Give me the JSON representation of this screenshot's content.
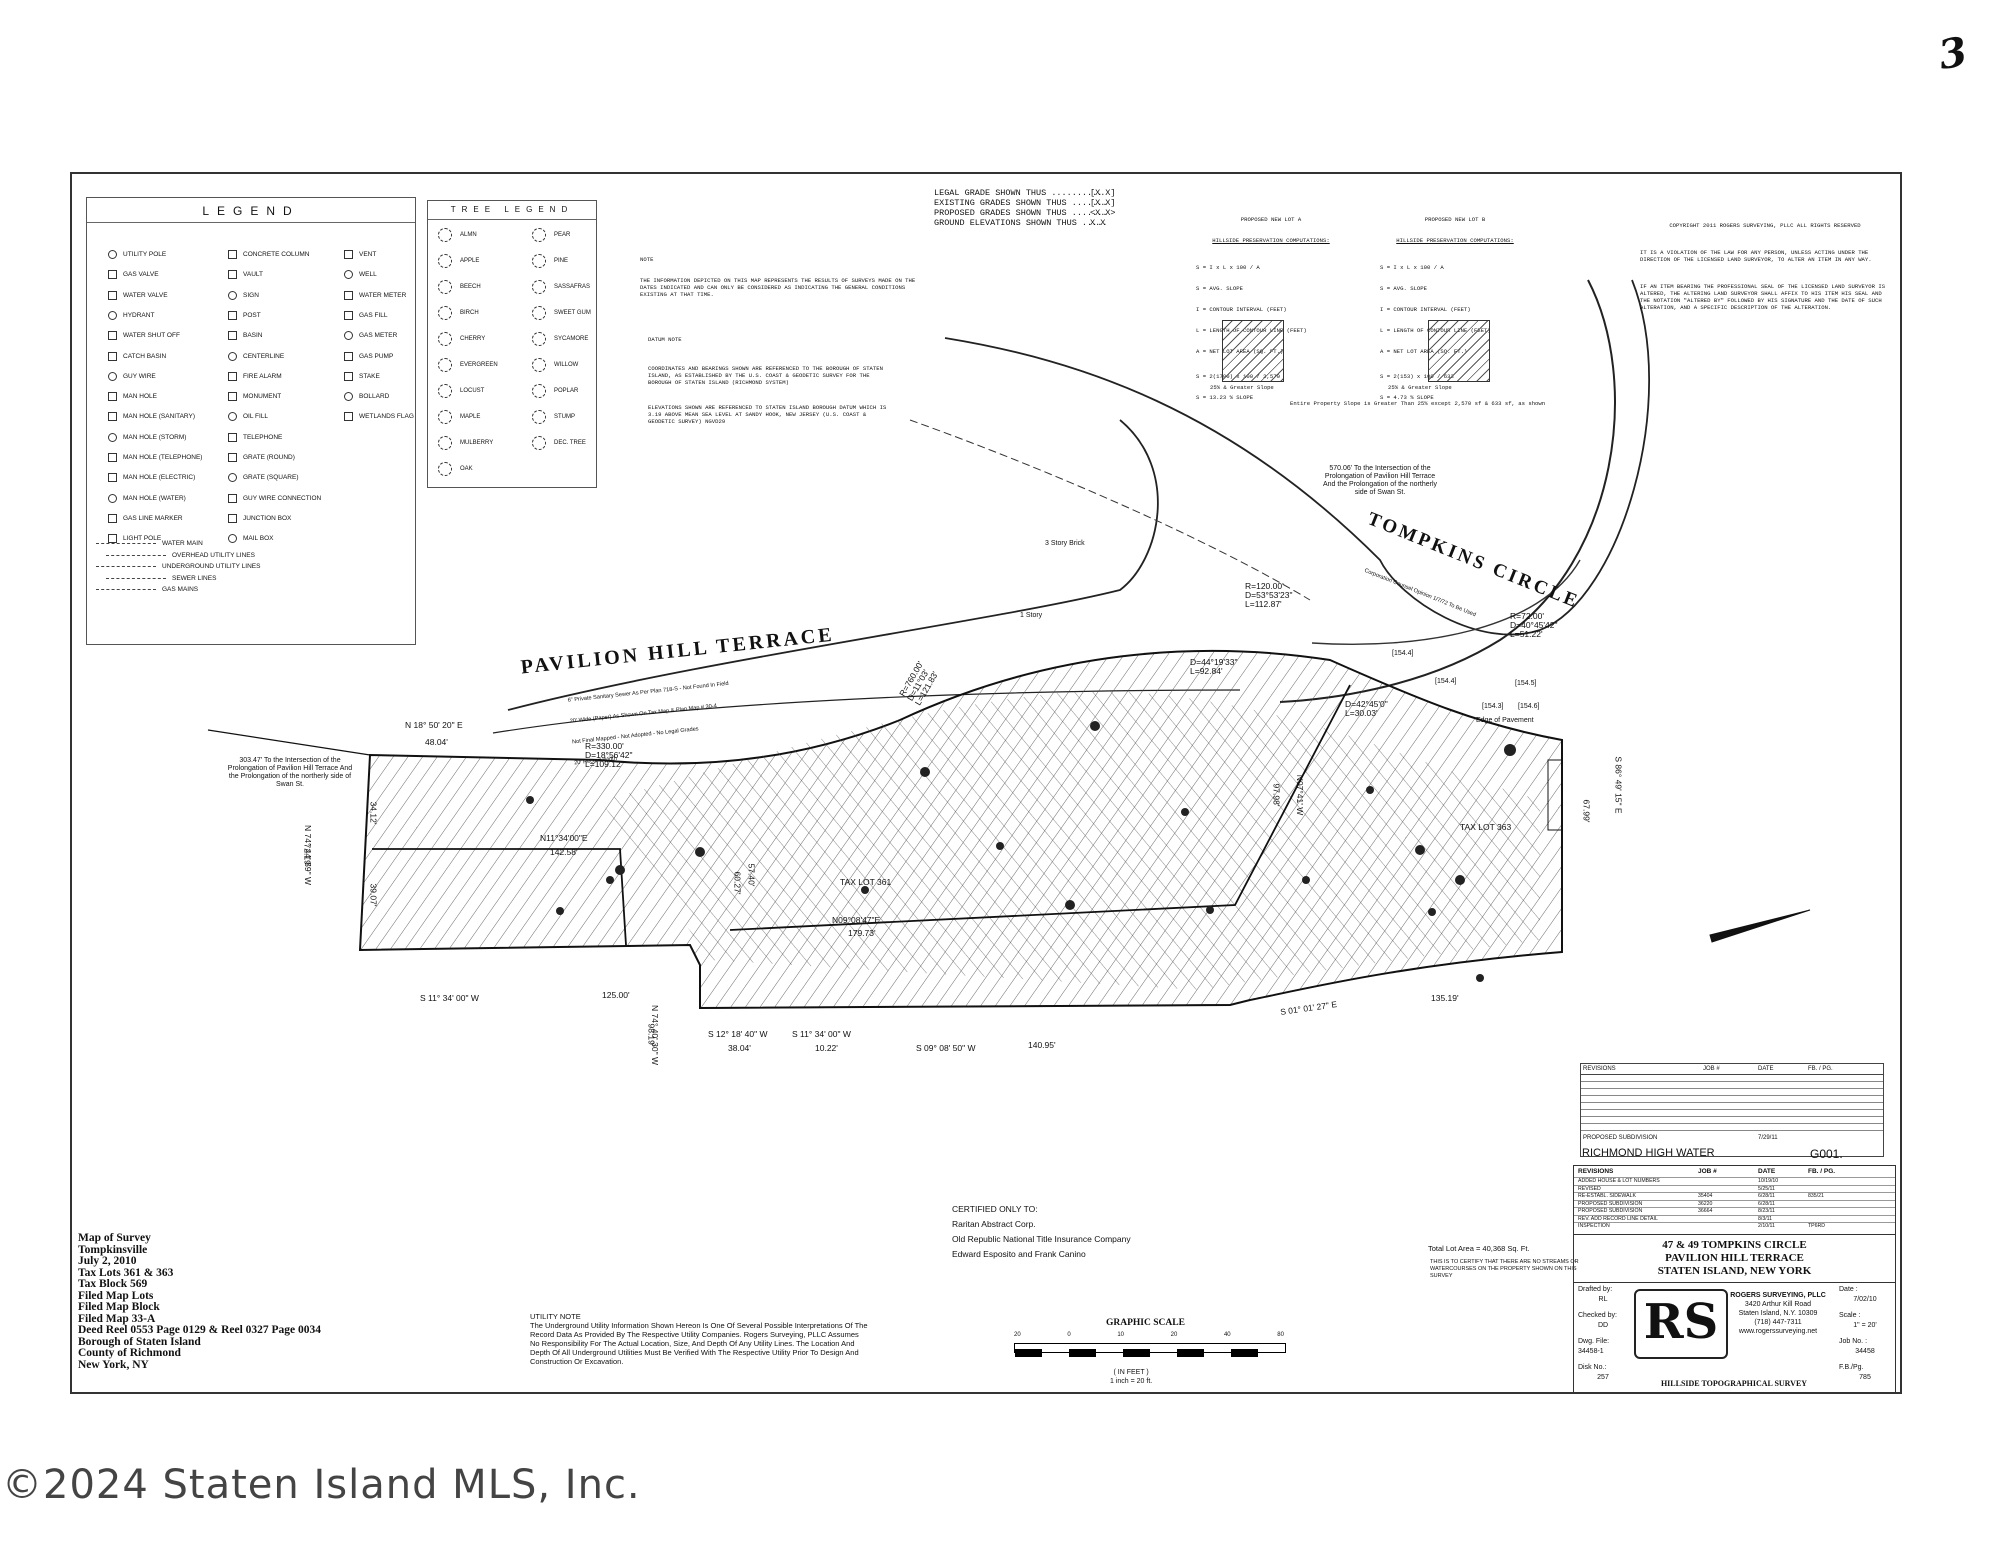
{
  "page_mark": "3",
  "legend": {
    "title": "LEGEND",
    "col1": [
      "UTILITY POLE",
      "GAS VALVE",
      "WATER VALVE",
      "HYDRANT",
      "WATER SHUT OFF",
      "CATCH BASIN",
      "GUY WIRE",
      "MAN HOLE",
      "MAN HOLE (SANITARY)",
      "MAN HOLE (STORM)",
      "MAN HOLE (TELEPHONE)",
      "MAN HOLE (ELECTRIC)",
      "MAN HOLE (WATER)",
      "GAS LINE MARKER",
      "LIGHT POLE"
    ],
    "col2": [
      "CONCRETE COLUMN",
      "VAULT",
      "SIGN",
      "POST",
      "BASIN",
      "CENTERLINE",
      "FIRE ALARM",
      "MONUMENT",
      "OIL FILL",
      "TELEPHONE",
      "GRATE (ROUND)",
      "GRATE (SQUARE)",
      "GUY WIRE CONNECTION",
      "JUNCTION BOX",
      "MAIL BOX"
    ],
    "col3": [
      "VENT",
      "WELL",
      "WATER METER",
      "GAS FILL",
      "GAS METER",
      "GAS PUMP",
      "STAKE",
      "BOLLARD",
      "WETLANDS FLAG"
    ],
    "lines": [
      "WATER MAIN",
      "OVERHEAD UTILITY LINES",
      "UNDERGROUND UTILITY LINES",
      "SEWER LINES",
      "GAS MAINS"
    ]
  },
  "tree_legend": {
    "title": "TREE LEGEND",
    "col1": [
      "ALMN",
      "APPLE",
      "BEECH",
      "BIRCH",
      "CHERRY",
      "EVERGREEN",
      "LOCUST",
      "MAPLE",
      "MULBERRY",
      "OAK"
    ],
    "col2": [
      "PEAR",
      "PINE",
      "SASSAFRAS",
      "SWEET GUM",
      "SYCAMORE",
      "WILLOW",
      "POPLAR",
      "STUMP",
      "DEC. TREE"
    ]
  },
  "notes": {
    "datum_note_title": "DATUM NOTE",
    "datum_note_1": "COORDINATES AND BEARINGS SHOWN ARE REFERENCED TO THE BOROUGH OF STATEN ISLAND, AS ESTABLISHED BY THE U.S. COAST & GEODETIC SURVEY FOR THE BOROUGH OF STATEN ISLAND (RICHMOND SYSTEM)",
    "datum_note_2": "ELEVATIONS SHOWN ARE REFERENCED TO STATEN ISLAND BOROUGH DATUM WHICH IS 3.19 ABOVE MEAN SEA LEVEL AT SANDY HOOK, NEW JERSEY (U.S. COAST & GEODETIC SURVEY) NGVD29",
    "note_title": "NOTE",
    "note_text": "THE INFORMATION DEPICTED ON THIS MAP REPRESENTS THE RESULTS OF SURVEYS MADE ON THE DATES INDICATED AND CAN ONLY BE CONSIDERED AS INDICATING THE GENERAL CONDITIONS EXISTING AT THAT TIME.",
    "grades": [
      "LEGAL GRADE SHOWN THUS ..........",
      "EXISTING GRADES SHOWN THUS .......",
      "PROPOSED GRADES SHOWN THUS .......",
      "GROUND ELEVATIONS SHOWN THUS ....."
    ],
    "grade_symbols": [
      "[X.X]",
      "[X.X]",
      "<X.X>",
      "X.X"
    ],
    "copyright_small": "COPYRIGHT 2011 ROGERS SURVEYING, PLLC ALL RIGHTS RESERVED",
    "law_note_1": "IT IS A VIOLATION OF THE LAW FOR ANY PERSON, UNLESS ACTING UNDER THE DIRECTION OF THE LICENSED LAND SURVEYOR, TO ALTER AN ITEM IN ANY WAY.",
    "law_note_2": "IF AN ITEM BEARING THE PROFESSIONAL SEAL OF THE LICENSED LAND SURVEYOR IS ALTERED, THE ALTERING LAND SURVEYOR SHALL AFFIX TO HIS ITEM HIS SEAL AND THE NOTATION \"ALTERED BY\" FOLLOWED BY HIS SIGNATURE AND THE DATE OF SUCH ALTERATION, AND A SPECIFIC DESCRIPTION OF THE ALTERATION."
  },
  "lot_a": {
    "title": "PROPOSED NEW LOT A",
    "subtitle": "HILLSIDE PRESERVATION COMPUTATIONS:",
    "formula": "S = I x L x 100 / A",
    "defs": [
      "S = AVG. SLOPE",
      "I = CONTOUR INTERVAL (FEET)",
      "L = LENGTH OF CONTOUR LINE (FEET)",
      "A = NET LOT AREA (SQ. FT.)"
    ],
    "calc": "S = 2(1700) x 100 / 2,570",
    "result": "S = 13.23 % SLOPE",
    "hatch_label": "25% & Greater Slope"
  },
  "lot_b": {
    "title": "PROPOSED NEW LOT B",
    "subtitle": "HILLSIDE PRESERVATION COMPUTATIONS:",
    "formula": "S = I x L x 100 / A",
    "defs": [
      "S = AVG. SLOPE",
      "I = CONTOUR INTERVAL (FEET)",
      "L = LENGTH OF CONTOUR LINE (FEET)",
      "A = NET LOT AREA (SQ. FT.)"
    ],
    "calc": "S = 2(153) x 100 / 633",
    "result": "S = 4.73 % SLOPE",
    "hatch_label": "25% & Greater Slope"
  },
  "slope_note": "Entire Property Slope is Greater Than 25% except 2,570 sf & 633 sf, as shown",
  "map": {
    "road_1": "PAVILION HILL TERRACE",
    "road_2": "TOMPKINS CIRCLE",
    "road_1_sub": [
      "6\" Private Sanitary Sewer As Per Plan 718-S - Not Found In Field",
      "20' Wide (Paper) As Shown On Tax Map & Plan Map # 30-4",
      "Not Final Mapped - Not Adopted - No Legal Grades",
      "20' Record Width"
    ],
    "road_2_sub": "Corporation Counsel Opinion 1/7/72 To Be Used",
    "tompkins_note": "570.06' To the Intersection of the Prolongation of Pavilion Hill Terrace And the Prolongation of the northerly side of Swan St.",
    "pavilion_note": "303.47' To the Intersection of the Prolongation of Pavilion Hill Terrace And the Prolongation of the northerly side of Swan St.",
    "curve_1": [
      "R=330.00'",
      "D=18°56'42\"",
      "L=109.12'"
    ],
    "curve_2": [
      "R=760.00'",
      "D=11°03'",
      "L=121.83'"
    ],
    "curve_3": [
      "R=120.00'",
      "D=53°53'23\"",
      "L=112.87'"
    ],
    "curve_4": [
      "R=72.00'",
      "D=40°45'42\"",
      "L=51.22'"
    ],
    "curve_5": [
      "D=44°19'33\"",
      "L=92.84'"
    ],
    "curve_6": [
      "D=42°45'0\"",
      "L=30.03'"
    ],
    "bearings": {
      "b1": "N 18° 50' 20\" E",
      "b1_len": "48.04'",
      "b2": "N11°34'00\"E",
      "b2_len": "142.58'",
      "b3": "N09°08'47\"E",
      "b3_len": "179.73'",
      "b4": "S 11° 34' 00\" W",
      "b4_len": "125.00'",
      "b5": "S 12° 18' 40\" W",
      "b5_len": "38.04'",
      "b6": "S 11° 34' 00\" W",
      "b6_len": "10.22'",
      "b7": "S 09° 08' 50\" W",
      "b7_len": "140.95'",
      "b8": "S 01° 01' 27\" E",
      "b8_len": "135.19'",
      "b9": "S 86° 49' 15\" E",
      "b9_len": "67.99'",
      "b10": "N 74° 40' 30\" W",
      "b10_len": "98.19'",
      "b11": "N 74° 44' 59\" W",
      "b11_len": "72.19'",
      "b12": "34.12'",
      "b13": "39.07'",
      "b14": "57.40'",
      "b15": "60.27'",
      "b16": "97.98'",
      "b17": "N07°41' W"
    },
    "tax_lot_361": "TAX LOT 361",
    "tax_lot_363": "TAX LOT 363",
    "building": "3 Story Brick",
    "story": "1 Story",
    "grades_box": [
      "[154.4]",
      "[154.4]",
      "[154.3]",
      "[154.6]",
      "[154.5]"
    ],
    "edge_pavement": "Edge of Pavement"
  },
  "survey_info": [
    "Map of Survey",
    "Tompkinsville",
    "July 2, 2010",
    "Tax Lots    361 & 363",
    "Tax Block  569",
    "Filed Map Lots",
    "Filed Map Block",
    "Filed Map  33-A",
    "Deed      Reel 0553 Page 0129 & Reel 0327 Page 0034",
    "Borough of Staten Island",
    "County of Richmond",
    "New York, NY"
  ],
  "certified": {
    "title": "CERTIFIED ONLY TO:",
    "lines": [
      "Raritan Abstract Corp.",
      "Old Republic National Title Insurance Company",
      "Edward Esposito and Frank Canino"
    ]
  },
  "utility_note": {
    "title": "UTILITY NOTE",
    "text": "The Underground Utility Information Shown Hereon Is One Of Several Possible Interpretations Of The Record Data As Provided By The Respective Utility Companies. Rogers Surveying, PLLC Assumes No Responsibility For The Actual Location, Size, And Depth Of Any Utility Lines. The Location And Depth Of All Underground Utilities Must Be Verified With The Respective Utility Prior To Design And Construction Or Excavation."
  },
  "graphic_scale": {
    "title": "GRAPHIC SCALE",
    "unit": "( IN FEET )",
    "ratio": "1 inch = 20 ft.",
    "ticks": [
      "20",
      "0",
      "10",
      "20",
      "40",
      "80"
    ]
  },
  "lot_area": "Total Lot Area = 40,368 Sq. Ft.",
  "lot_area_note": "THIS IS TO CERTIFY THAT THERE ARE NO STREAMS OR WATERCOURSES ON THE PROPERTY SHOWN ON THIS SURVEY",
  "revisions_top": {
    "headers": [
      "REVISIONS",
      "JOB #",
      "DATE",
      "FB. / PG."
    ],
    "last_row": [
      "PROPOSED SUBDIVISION",
      "",
      "7/29/11",
      ""
    ],
    "high_water": "RICHMOND HIGH WATER",
    "code": "G001."
  },
  "revisions": {
    "headers": [
      "REVISIONS",
      "JOB #",
      "DATE",
      "FB. / PG."
    ],
    "rows": [
      [
        "ADDED HOUSE & LOT NUMBERS",
        "",
        "10/19/10",
        ""
      ],
      [
        "REVISED",
        "",
        "5/25/11",
        ""
      ],
      [
        "RE-ESTABL. SIDEWALK",
        "35404",
        "6/28/11",
        "835/21"
      ],
      [
        "PROPOSED SUBDIVISION",
        "36220",
        "6/28/11",
        ""
      ],
      [
        "PROPOSED SUBDIVISION",
        "36664",
        "8/23/11",
        ""
      ],
      [
        "REV. ADD RECORD LINE DETAIL",
        "",
        "8/3/11",
        ""
      ],
      [
        "INSPECTION",
        "",
        "2/10/11",
        "TP6RD"
      ]
    ]
  },
  "title_block": {
    "line1": "47 & 49 TOMPKINS CIRCLE",
    "line2": "PAVILION HILL TERRACE",
    "line3": "STATEN ISLAND, NEW YORK",
    "drafted_label": "Drafted by:",
    "drafted": "RL",
    "checked_label": "Checked by:",
    "checked": "DD",
    "dwg_label": "Dwg. File:",
    "dwg": "34458-1",
    "disk_label": "Disk No.:",
    "disk": "257",
    "date_label": "Date :",
    "date": "7/02/10",
    "scale_label": "Scale :",
    "scale": "1\" = 20'",
    "job_label": "Job No. :",
    "job": "34458",
    "fb_label": "F.B./Pg.",
    "fb": "785",
    "company": "ROGERS SURVEYING, PLLC",
    "address1": "3420 Arthur Kill Road",
    "address2": "Staten Island, N.Y. 10309",
    "phone": "(718) 447-7311",
    "web": "www.rogerssurveying.net",
    "logo": "RS",
    "survey_type": "HILLSIDE TOPOGRAPHICAL SURVEY"
  },
  "copyright": "©2024 Staten Island MLS, Inc."
}
